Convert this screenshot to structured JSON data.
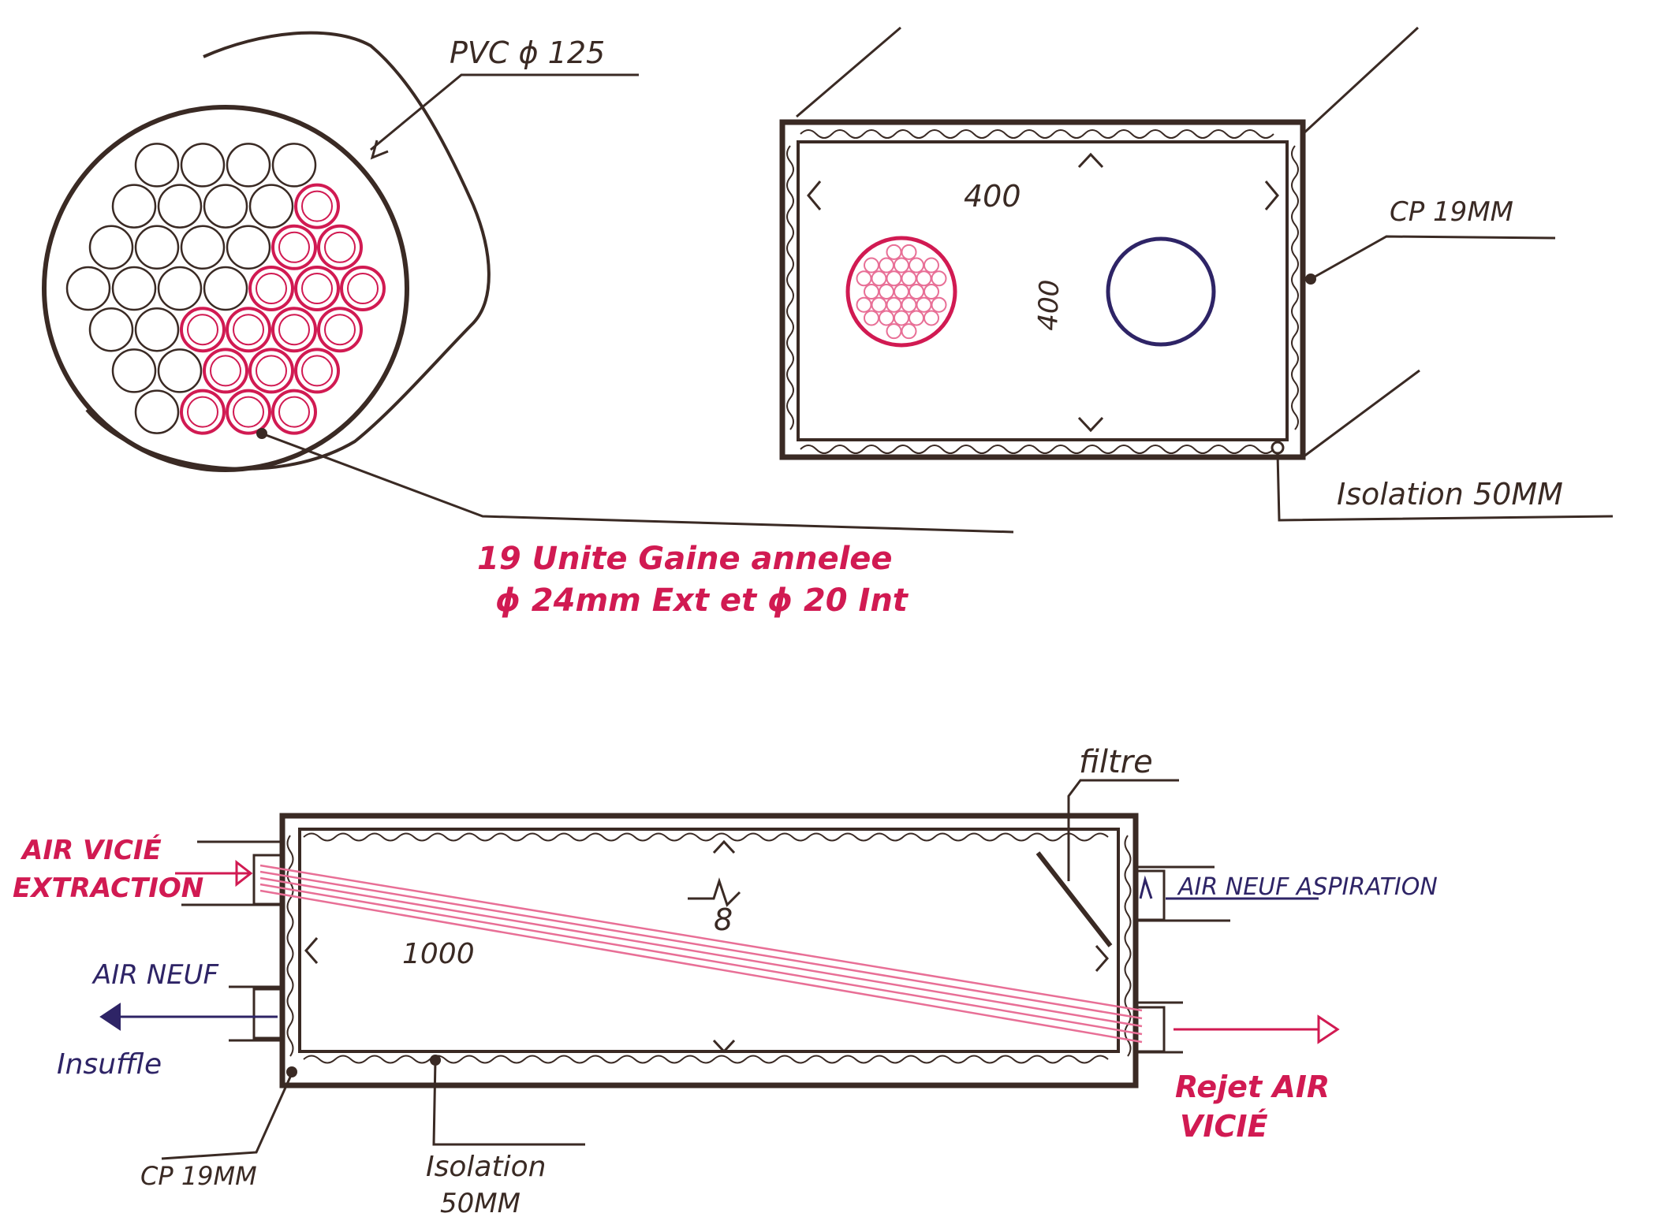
{
  "colors": {
    "ink": "#3a2a24",
    "red": "#d11a52",
    "pink": "#e86f96",
    "blue": "#2e2466"
  },
  "section_view": {
    "pvc_label": "PVC ϕ 125",
    "tubes_label_line1": "19 Unite Gaine annelee",
    "tubes_label_line2": "ϕ 24mm Ext et ϕ 20 Int"
  },
  "box_section": {
    "width_label": "400",
    "height_label": "400",
    "cp_label": "CP 19MM",
    "insulation_label": "Isolation 50MM"
  },
  "exchanger": {
    "extract_line1": "AIR VICIÉ",
    "extract_line2": "EXTRACTION",
    "fresh_in_label": "AIR NEUF ASPIRATION",
    "supply_line1": "AIR NEUF",
    "supply_line2": "Insuffle",
    "exhaust_line1": "Rejet AIR",
    "exhaust_line2": "VICIÉ",
    "filter_label": "filtre",
    "length_label": "1000",
    "height_label": "8",
    "cp_label": "CP 19MM",
    "insulation_line1": "Isolation",
    "insulation_line2": "50MM"
  }
}
